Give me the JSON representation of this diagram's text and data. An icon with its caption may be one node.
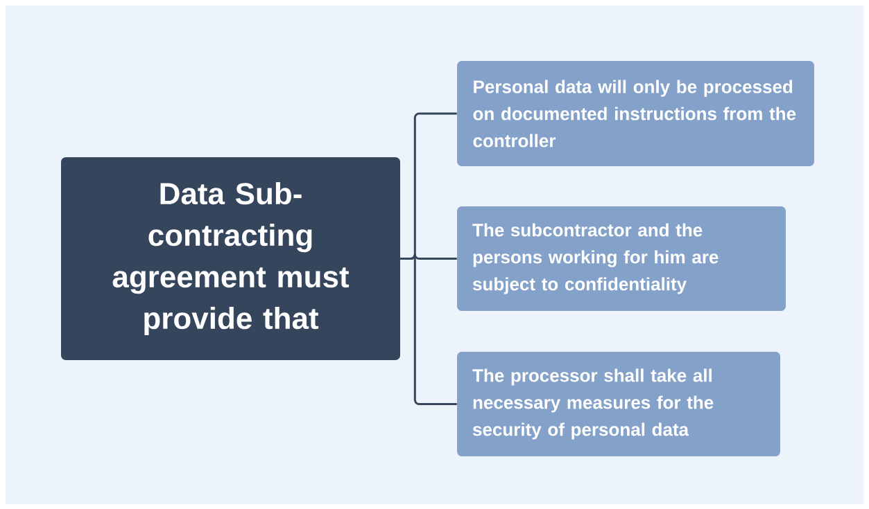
{
  "diagram": {
    "nodes": [
      {
        "text": [
          "Data Sub-contracting agreement must provide that"
        ]
      },
      {
        "text": [
          "Personal data will only be processed on documented instructions from the controller"
        ]
      },
      {
        "text": [
          "The subcontractor and the persons working for him are subject to confidentiality"
        ]
      },
      {
        "text": [
          "The processor shall take all necessary measures for the security of personal data"
        ]
      }
    ],
    "edges": [
      {
        "from": 0,
        "to": 1,
        "arrow": "none"
      },
      {
        "from": 0,
        "to": 2,
        "arrow": "none"
      },
      {
        "from": 0,
        "to": 3,
        "arrow": "none"
      }
    ]
  }
}
